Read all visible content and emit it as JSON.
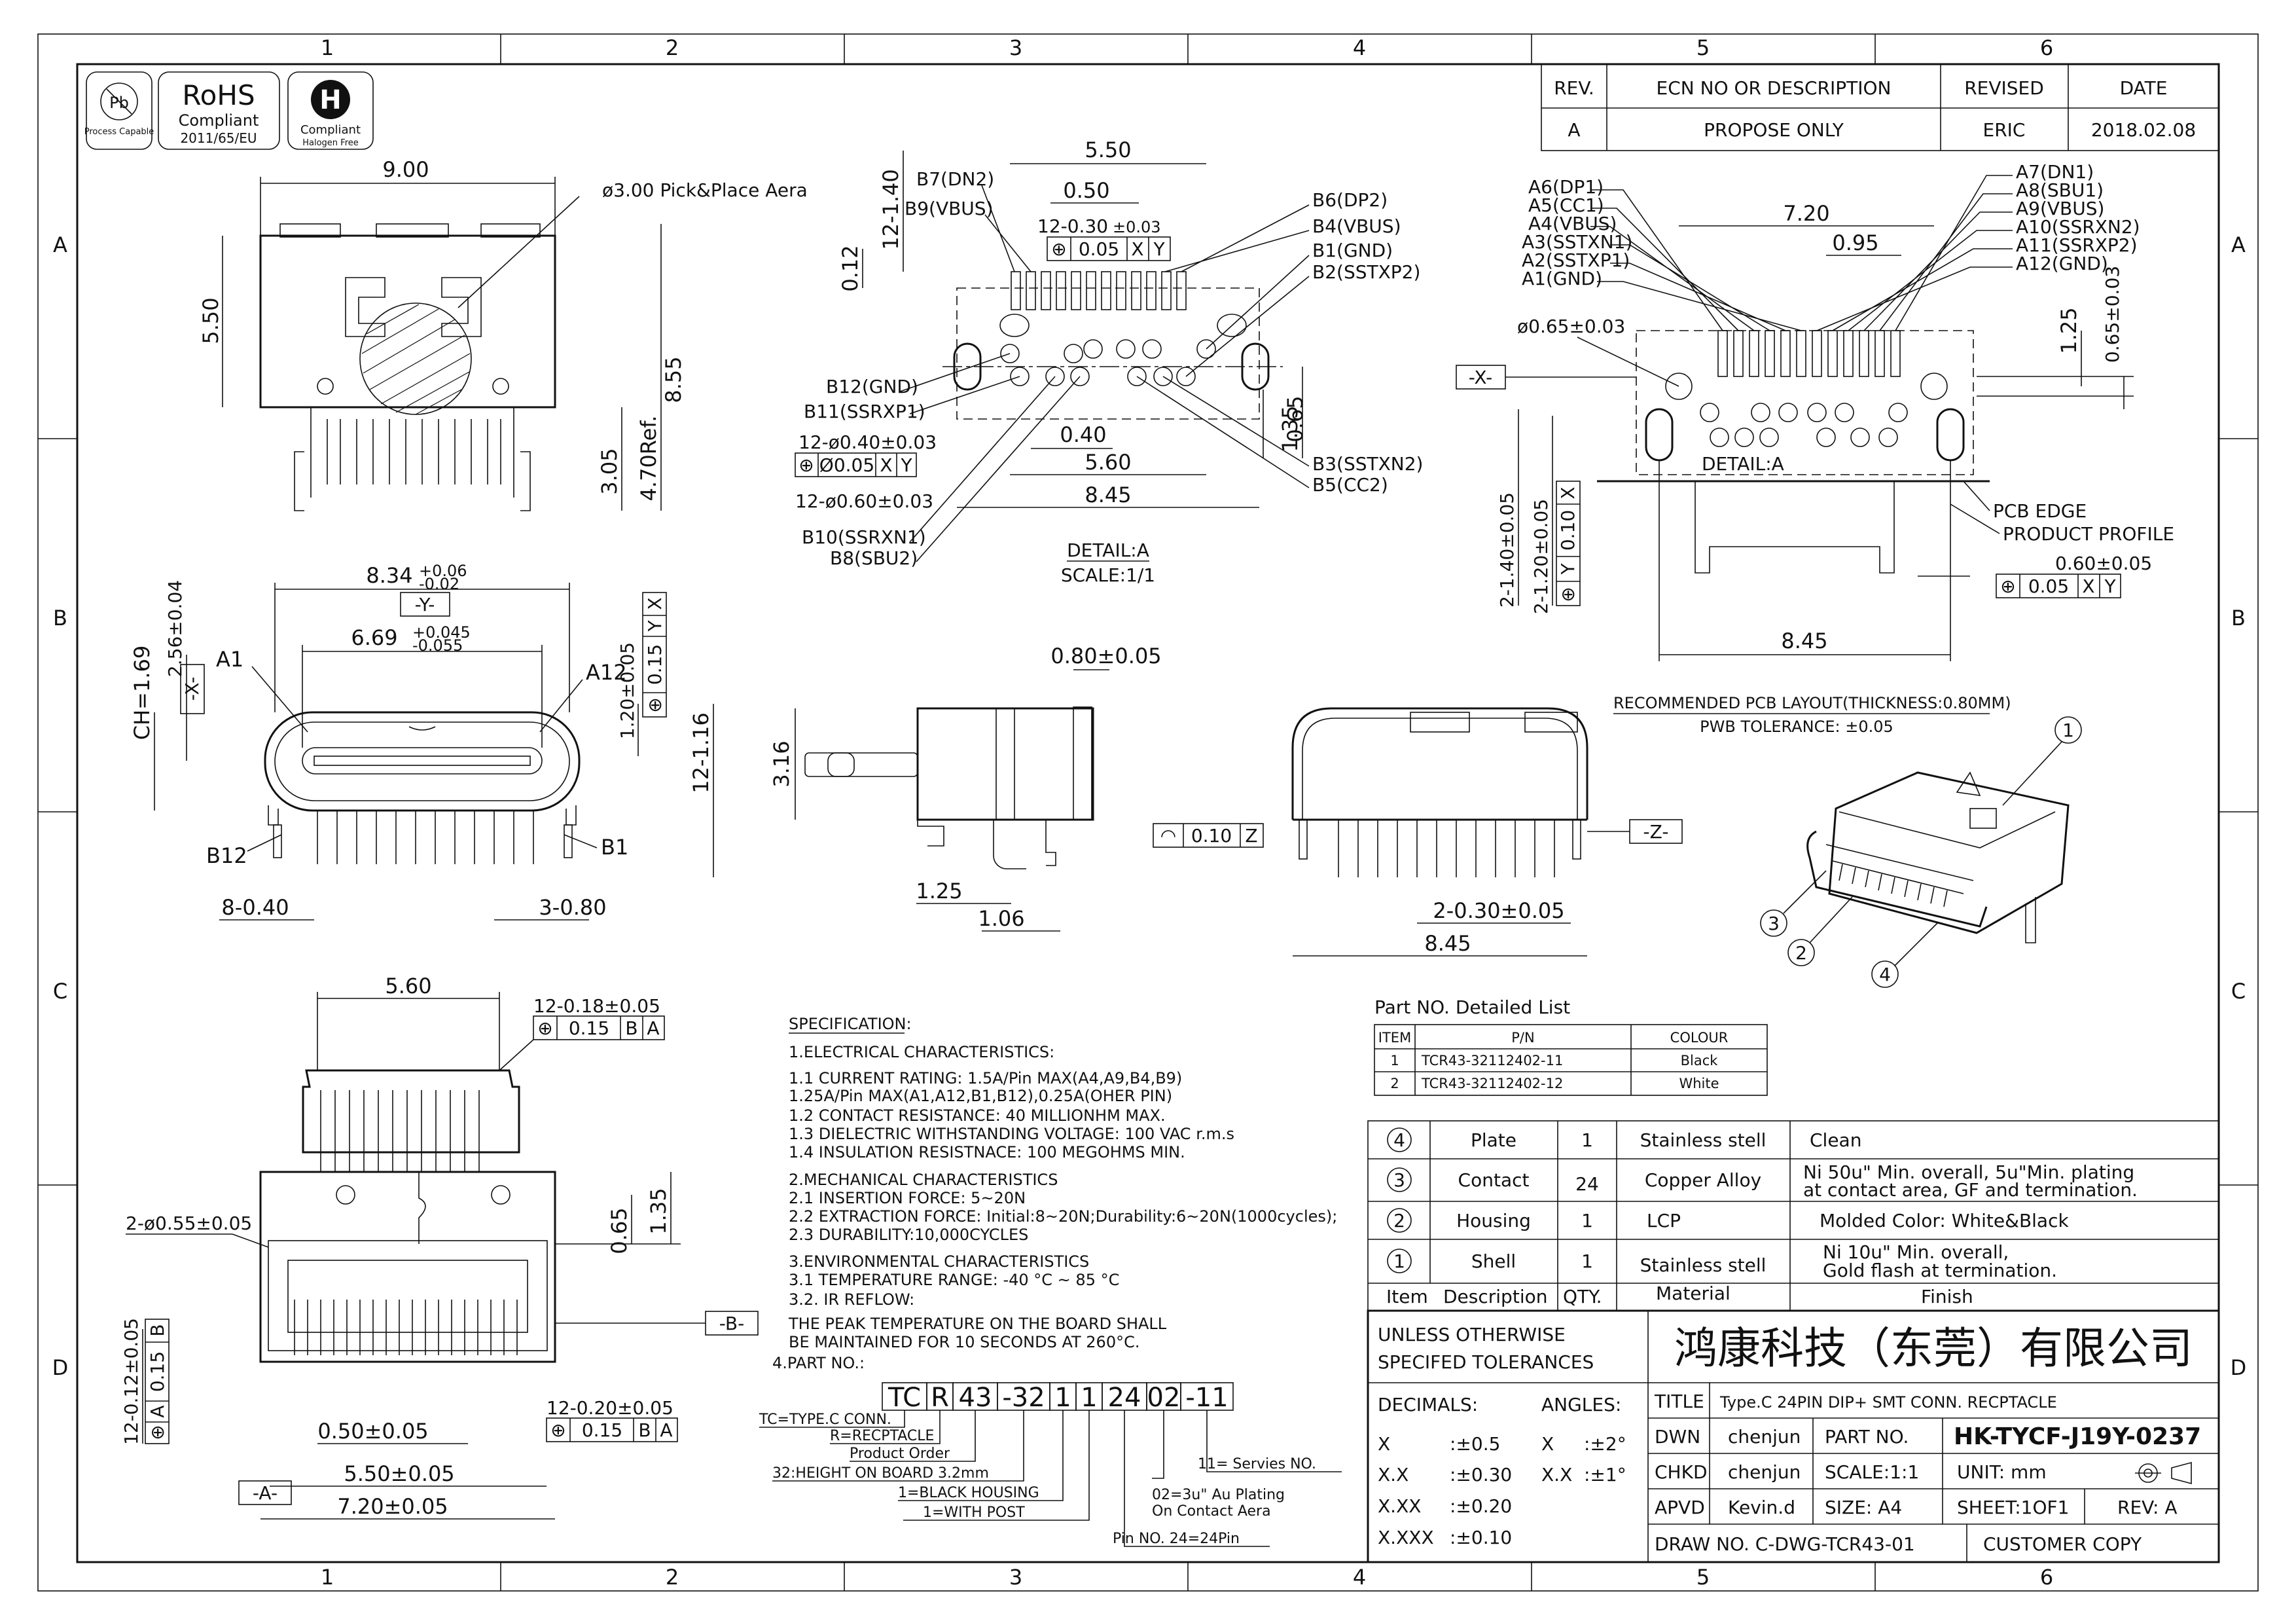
{
  "border": {
    "columns": [
      "1",
      "2",
      "3",
      "4",
      "5",
      "6"
    ],
    "rows": [
      "A",
      "B",
      "C",
      "D"
    ]
  },
  "logos": {
    "pb_process": "Process Capable",
    "pb_symbol": "Pb",
    "rohs_title": "RoHS",
    "rohs_compliant": "Compliant",
    "rohs_directive": "2011/65/EU",
    "halogen_compliant": "Compliant",
    "halogen_free": "Halogen Free"
  },
  "revision_table": {
    "headers": [
      "REV.",
      "ECN NO OR DESCRIPTION",
      "REVISED",
      "DATE"
    ],
    "row": [
      "A",
      "PROPOSE ONLY",
      "ERIC",
      "2018.02.08"
    ]
  },
  "views": {
    "top_view": {
      "dims": [
        "9.00",
        "5.50",
        "8.55",
        "3.05",
        "4.70Ref.",
        "ø3.00 Pick&Place Aera"
      ]
    },
    "detail_a": {
      "dims": [
        "5.50",
        "0.50",
        "12-1.40",
        "0.12",
        "0.65",
        "1.35",
        "0.40",
        "5.60",
        "8.45"
      ],
      "gdt1_prefix": "12-0.30",
      "gdt1_tol": "±0.03",
      "gdt1_frame": [
        "⊕",
        "0.05",
        "X",
        "Y"
      ],
      "gdt2_text": "12-ø0.40±0.03",
      "gdt2_frame": [
        "⊕",
        "Ø0.05",
        "X",
        "Y"
      ],
      "hole2": "12-ø0.60±0.03",
      "labels_left": [
        "B7(DN2)",
        "B9(VBUS)",
        "B12(GND)",
        "B11(SSRXP1)",
        "B10(SSRXN1)",
        "B8(SBU2)"
      ],
      "labels_right": [
        "B6(DP2)",
        "B4(VBUS)",
        "B1(GND)",
        "B2(SSTXP2)",
        "B3(SSTXN2)",
        "B5(CC2)"
      ],
      "caption": "DETAIL:A",
      "scale": "SCALE:1/1"
    },
    "pcb_layout": {
      "labels_left": [
        "A6(DP1)",
        "A5(CC1)",
        "A4(VBUS)",
        "A3(SSTXN1)",
        "A2(SSTXP1)",
        "A1(GND)"
      ],
      "labels_right": [
        "A7(DN1)",
        "A8(SBU1)",
        "A9(VBUS)",
        "A10(SSRXN2)",
        "A11(SSRXP2)",
        "A12(GND)"
      ],
      "dims": [
        "7.20",
        "0.95",
        "ø0.65±0.03",
        "1.25",
        "0.65±0.03",
        "8.45",
        "2-1.40±0.05",
        "2-1.20±0.05"
      ],
      "datum_x": "-X-",
      "detail": "DETAIL:A",
      "pcb_edge": "PCB EDGE",
      "product_profile": "PRODUCT PROFILE",
      "slot_dim": "0.60±0.05",
      "gdt_frame": [
        "⊕",
        "0.05",
        "X",
        "Y"
      ],
      "side_frame": [
        "⊕",
        "0.10",
        "Y",
        "X"
      ],
      "title": "RECOMMENDED PCB LAYOUT(THICKNESS:0.80MM)",
      "tolerance": "PWB TOLERANCE: ±0.05"
    },
    "front_view": {
      "dims": [
        "8.34",
        "6.69",
        "CH=1.69",
        "2.56±0.04",
        "1.20±0.05",
        "12-1.16",
        "8-0.40",
        "3-0.80"
      ],
      "dim_834_tol_top": "+0.06",
      "dim_834_tol_bot": "-0.02",
      "dim_669_tol_top": "+0.045",
      "dim_669_tol_bot": "-0.055",
      "datum_y": "-Y-",
      "datum_x": "-X-",
      "labels": [
        "A1",
        "A12",
        "B12",
        "B1"
      ],
      "gdt_frame": [
        "⊕",
        "0.15",
        "Y",
        "X"
      ]
    },
    "side_view": {
      "dims": [
        "0.80±0.05",
        "3.16",
        "1.25",
        "1.06"
      ]
    },
    "rear_view": {
      "datum_z": "-Z-",
      "profile_frame": [
        "◠",
        "0.10",
        "Z"
      ],
      "dims": [
        "2-0.30±0.05",
        "8.45"
      ]
    },
    "iso_view": {
      "balloons": [
        "1",
        "2",
        "3",
        "4"
      ]
    },
    "bottom_view": {
      "dims": [
        "5.60",
        "12-0.18±0.05",
        "2-ø0.55±0.05",
        "0.65",
        "1.35",
        "12-0.12±0.05",
        "0.50±0.05",
        "12-0.20±0.05",
        "5.50±0.05",
        "7.20±0.05"
      ],
      "frame_top": [
        "⊕",
        "0.15",
        "B",
        "A"
      ],
      "frame_side": [
        "⊕",
        "0.15",
        "A",
        "B"
      ],
      "frame_bottom": [
        "⊕",
        "0.15",
        "B",
        "A"
      ],
      "datum_a": "-A-",
      "datum_b": "-B-"
    }
  },
  "specification": {
    "title": "SPECIFICATION:",
    "lines": [
      "1.ELECTRICAL  CHARACTERISTICS:",
      "1.1  CURRENT  RATING:  1.5A/Pin  MAX(A4,A9,B4,B9)",
      "        1.25A/Pin  MAX(A1,A12,B1,B12),0.25A(OHER  PIN)",
      "1.2  CONTACT  RESISTANCE:  40  MILLIONHM  MAX.",
      "1.3  DIELECTRIC  WITHSTANDING  VOLTAGE:  100  VAC  r.m.s",
      "1.4  INSULATION  RESISTNACE:  100  MEGOHMS  MIN.",
      "2.MECHANICAL  CHARACTERISTICS",
      "2.1  INSERTION  FORCE:  5~20N",
      "2.2  EXTRACTION  FORCE:  Initial:8~20N;Durability:6~20N(1000cycles);",
      "2.3  DURABILITY:10,000CYCLES",
      "3.ENVIRONMENTAL    CHARACTERISTICS",
      "3.1  TEMPERATURE  RANGE:  -40  °C  ~  85  °C",
      "3.2.  IR  REFLOW:",
      "       THE  PEAK  TEMPERATURE  ON  THE  BOARD  SHALL",
      "       BE  MAINTAINED  FOR  10  SECONDS  AT  260°C.",
      "4.PART  NO.:"
    ]
  },
  "part_number_breakdown": {
    "segments": [
      "TC",
      "R",
      "43",
      "-32",
      "1",
      "1",
      "24",
      "02",
      "-11"
    ],
    "notes": [
      "TC=TYPE.C  CONN.",
      "R=RECPTACLE",
      "Product  Order",
      "32:HEIGHT  ON  BOARD  3.2mm",
      "1=BLACK  HOUSING",
      "1=WITH   POST",
      "11=  Servies  NO.",
      "02=3u\"  Au  Plating",
      "On  Contact  Aera",
      "Pin  NO.  24=24Pin"
    ]
  },
  "part_list": {
    "title": "Part  NO.  Detailed  List",
    "headers": [
      "ITEM",
      "P/N",
      "COLOUR"
    ],
    "rows": [
      [
        "1",
        "TCR43-32112402-11",
        "Black"
      ],
      [
        "2",
        "TCR43-32112402-12",
        "White"
      ]
    ]
  },
  "bom": {
    "rows": [
      {
        "item": "4",
        "desc": "Plate",
        "qty": "1",
        "material": "Stainless  stell",
        "finish": [
          "Clean"
        ]
      },
      {
        "item": "3",
        "desc": "Contact",
        "qty": "24",
        "material": "Copper  Alloy",
        "finish": [
          "Ni  50u\"  Min.  overall,  5u\"Min.  plating",
          "at  contact  area,  GF  and  termination."
        ]
      },
      {
        "item": "2",
        "desc": "Housing",
        "qty": "1",
        "material": "LCP",
        "finish": [
          "Molded  Color:  White&Black"
        ]
      },
      {
        "item": "1",
        "desc": "Shell",
        "qty": "1",
        "material": "Stainless  stell",
        "finish": [
          "Ni  10u\"  Min.  overall,",
          "Gold  flash  at  termination."
        ]
      }
    ],
    "header": {
      "item": "Item",
      "desc": "Description",
      "qty": "QTY.",
      "material": "Material",
      "finish": "Finish"
    }
  },
  "title_block": {
    "tolerances_title_1": "UNLESS  OTHERWISE",
    "tolerances_title_2": "SPECIFED  TOLERANCES",
    "company": "鸿康科技（东莞）有限公司",
    "decimals_label": "DECIMALS:",
    "angles_label": "ANGLES:",
    "decimal_rows": [
      [
        "X",
        ":±0.5"
      ],
      [
        "X.X",
        ":±0.30"
      ],
      [
        "X.XX",
        ":±0.20"
      ],
      [
        "X.XXX",
        ":±0.10"
      ]
    ],
    "angle_rows": [
      [
        "X",
        ":±2°"
      ],
      [
        "X.X",
        ":±1°"
      ]
    ],
    "title_label": "TITLE",
    "title_value": "Type.C  24PIN  DIP+  SMT    CONN.  RECPTACLE",
    "dwn_label": "DWN",
    "dwn_value": "chenjun",
    "part_no_label": "PART  NO.",
    "part_no_value": "HK-TYCF-J19Y-0237",
    "chkd_label": "CHKD",
    "chkd_value": "chenjun",
    "scale": "SCALE:1:1",
    "unit": "UNIT:    mm",
    "apvd_label": "APVD",
    "apvd_value": "Kevin.d",
    "size": "SIZE:  A4",
    "sheet": "SHEET:1OF1",
    "rev": "REV:  A",
    "draw_no": "DRAW  NO.  C-DWG-TCR43-01",
    "customer_copy": "CUSTOMER  COPY"
  }
}
